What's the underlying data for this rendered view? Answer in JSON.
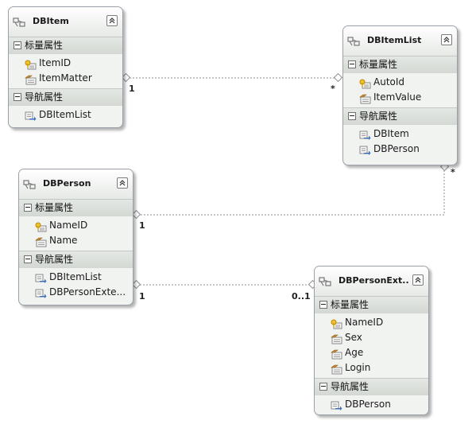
{
  "section_labels": {
    "scalar": "标量属性",
    "navigation": "导航属性"
  },
  "collapse_glyph": "⌃",
  "entities": {
    "dbitem": {
      "title": "DBItem",
      "scalar": [
        {
          "name": "ItemID",
          "icon": "key-property-icon"
        },
        {
          "name": "ItemMatter",
          "icon": "scalar-property-icon"
        }
      ],
      "navigation": [
        {
          "name": "DBItemList",
          "icon": "navigation-property-icon"
        }
      ]
    },
    "dbitemlist": {
      "title": "DBItemList",
      "scalar": [
        {
          "name": "AutoId",
          "icon": "key-property-icon"
        },
        {
          "name": "ItemValue",
          "icon": "scalar-property-icon"
        }
      ],
      "navigation": [
        {
          "name": "DBItem",
          "icon": "navigation-property-icon"
        },
        {
          "name": "DBPerson",
          "icon": "navigation-property-icon"
        }
      ]
    },
    "dbperson": {
      "title": "DBPerson",
      "scalar": [
        {
          "name": "NameID",
          "icon": "key-property-icon"
        },
        {
          "name": "Name",
          "icon": "scalar-property-icon"
        }
      ],
      "navigation": [
        {
          "name": "DBItemList",
          "icon": "navigation-property-icon"
        },
        {
          "name": "DBPersonExte...",
          "icon": "navigation-property-icon"
        }
      ]
    },
    "dbpersonext": {
      "title": "DBPersonExt...",
      "scalar": [
        {
          "name": "NameID",
          "icon": "key-property-icon"
        },
        {
          "name": "Sex",
          "icon": "scalar-property-icon"
        },
        {
          "name": "Age",
          "icon": "scalar-property-icon"
        },
        {
          "name": "Login",
          "icon": "scalar-property-icon"
        }
      ],
      "navigation": [
        {
          "name": "DBPerson",
          "icon": "navigation-property-icon"
        }
      ]
    }
  },
  "associations": {
    "item_itemlist": {
      "from_mult": "1",
      "to_mult": "*"
    },
    "itemlist_person": {
      "from_mult": "*",
      "to_mult": "1"
    },
    "person_personext": {
      "from_mult": "1",
      "to_mult": "0..1"
    }
  },
  "colors": {
    "entity_bg": "#f1f3f1",
    "section_bg": "#dde1dd",
    "connector": "#8f8f8f",
    "key_icon": "#d9a400",
    "nav_icon": "#3d6fb8"
  }
}
